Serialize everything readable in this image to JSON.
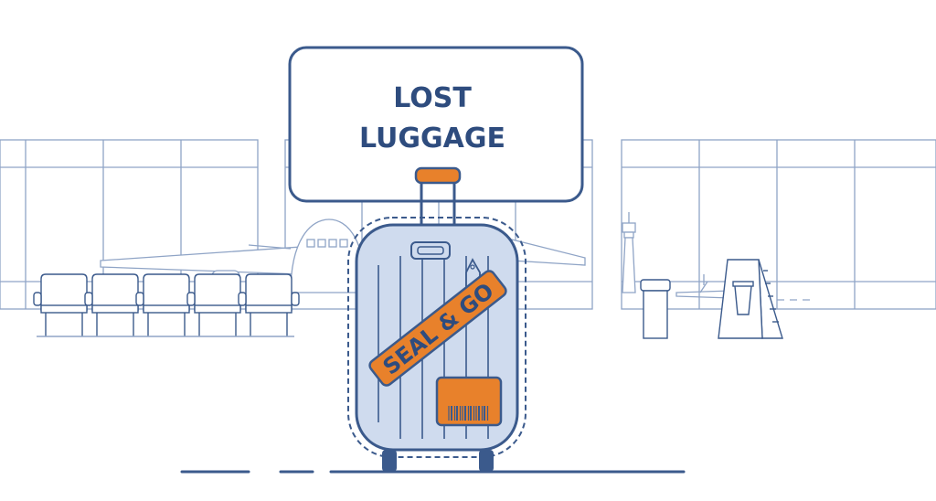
{
  "sign": {
    "line1": "LOST",
    "line2": "LUGGAGE"
  },
  "sticker": {
    "text": "SEAL & GO"
  },
  "colors": {
    "outline": "#3b5a8c",
    "light_outline": "#8fa4c6",
    "suitcase_fill": "#cfdbee",
    "accent_orange": "#e8812b",
    "sign_text": "#2e4c7e",
    "background": "#ffffff"
  }
}
